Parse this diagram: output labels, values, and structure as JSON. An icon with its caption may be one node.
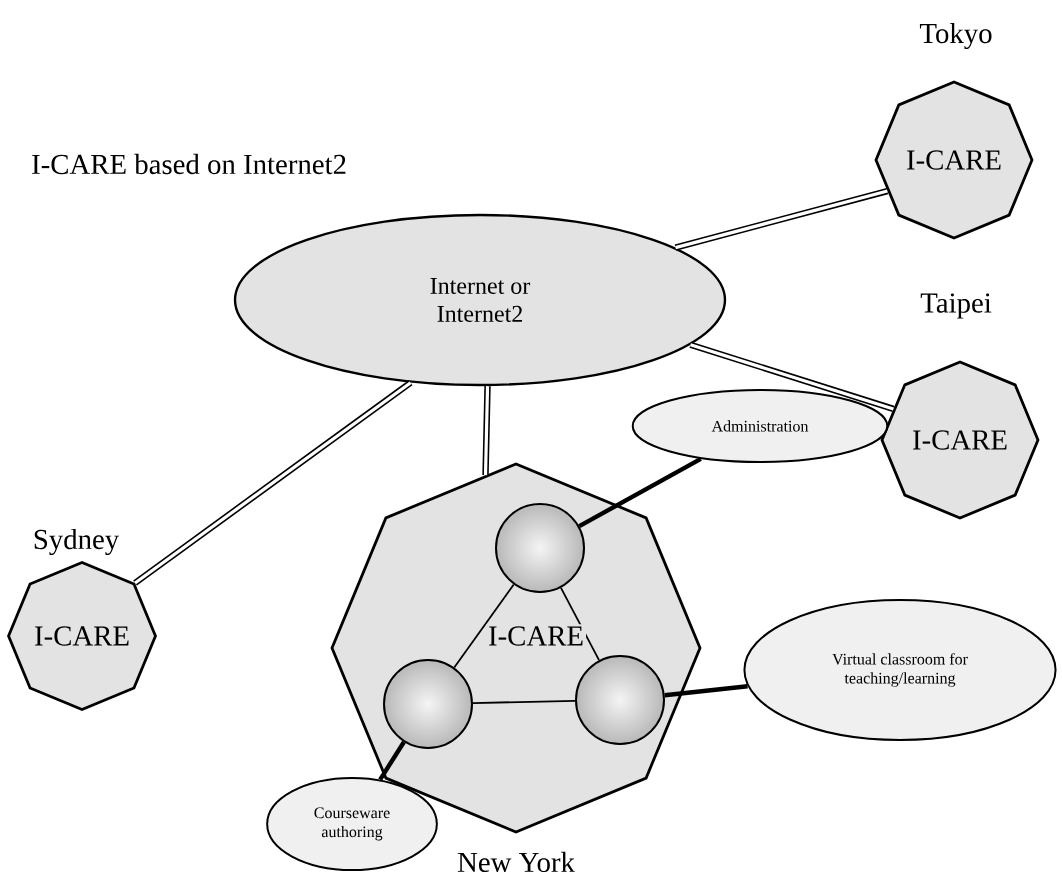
{
  "diagram": {
    "nodes": [
      {
        "text": [
          "Internet or Internet2"
        ]
      },
      {
        "text": [
          "I-CARE"
        ],
        "beside": [
          "Tokyo"
        ]
      },
      {
        "text": [
          "I-CARE"
        ],
        "beside": [
          "Taipei"
        ]
      },
      {
        "text": [
          "I-CARE"
        ],
        "beside": [
          "Sydney"
        ]
      },
      {
        "text": [
          "I-CARE"
        ],
        "beside": [
          "New York"
        ]
      },
      {
        "text": [],
        "shape": "circle",
        "in": 4
      },
      {
        "text": [],
        "shape": "circle",
        "in": 4
      },
      {
        "text": [],
        "shape": "circle",
        "in": 4
      },
      {
        "text": [
          "Administration"
        ]
      },
      {
        "text": [
          "Virtual classroom for teaching/learning"
        ]
      },
      {
        "text": [
          "Courseware authoring"
        ]
      }
    ],
    "edges": [
      {
        "from": 0,
        "to": 1,
        "arrow": "none"
      },
      {
        "from": 0,
        "to": 2,
        "arrow": "none"
      },
      {
        "from": 0,
        "to": 3,
        "arrow": "none"
      },
      {
        "from": 0,
        "to": 4,
        "arrow": "none"
      },
      {
        "from": 5,
        "to": 6,
        "arrow": "none"
      },
      {
        "from": 6,
        "to": 7,
        "arrow": "none"
      },
      {
        "from": 5,
        "to": 7,
        "arrow": "none"
      },
      {
        "from": 8,
        "to": 5,
        "arrow": "none"
      },
      {
        "from": 9,
        "to": 7,
        "arrow": "none"
      },
      {
        "from": 10,
        "to": 6,
        "arrow": "none"
      }
    ],
    "labels": [
      "I-CARE based on Internet2"
    ]
  }
}
